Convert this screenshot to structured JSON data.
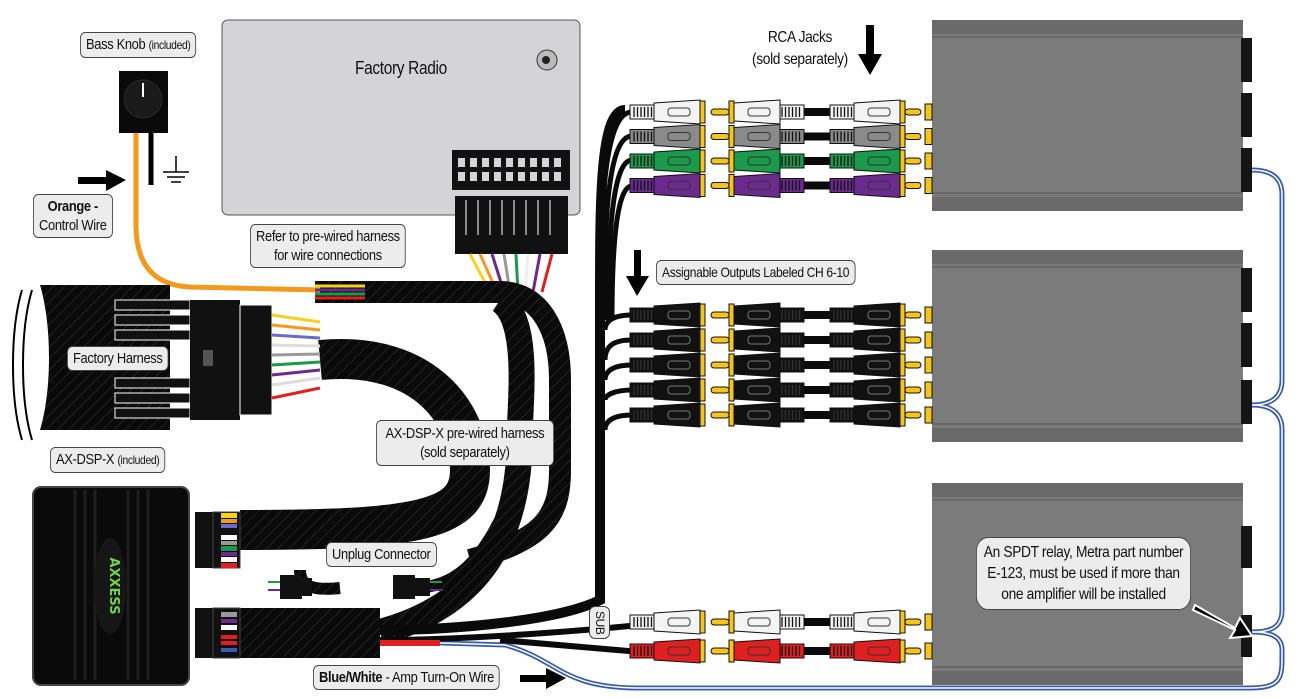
{
  "labels": {
    "bass_knob": "Bass Knob",
    "bass_knob_note": "(included)",
    "factory_radio": "Factory Radio",
    "orange_wire_bold": "Orange -",
    "orange_wire_rest": "Control Wire",
    "refer_line1": "Refer to pre-wired harness",
    "refer_line2": "for wire connections",
    "factory_harness": "Factory Harness",
    "ax_dsp_x": "AX-DSP-X",
    "ax_dsp_x_note": "(included)",
    "prewired_line1": "AX-DSP-X pre-wired harness",
    "prewired_line2": "(sold separately)",
    "unplug": "Unplug Connector",
    "rca_line1": "RCA Jacks",
    "rca_line2": "(sold separately)",
    "assignable": "Assignable Outputs Labeled CH 6-10",
    "sub": "SUB",
    "turn_on_bold": "Blue/White",
    "turn_on_rest": " - Amp Turn-On Wire",
    "relay_line1": "An SPDT relay, Metra part number",
    "relay_line2": "E-123, must be used if more than",
    "relay_line3": "one amplifier will be installed",
    "logo": "AXXESS"
  },
  "rca_groups": {
    "front": [
      "#f4f4f4",
      "#8a8a8a",
      "#1a9a4a",
      "#6a2a8e"
    ],
    "assignable": [
      "#111111",
      "#111111",
      "#111111",
      "#111111",
      "#111111"
    ],
    "sub": [
      "#f4f4f4",
      "#e02020"
    ]
  },
  "colors": {
    "amp_body": "#7b7b7b",
    "radio_body": "#d4d4d6",
    "rca_tip": "#f5c51c",
    "orange_wire": "#f39a1e",
    "turn_on_wire": "#3a5cb0",
    "logo_green": "#6fd44a"
  }
}
